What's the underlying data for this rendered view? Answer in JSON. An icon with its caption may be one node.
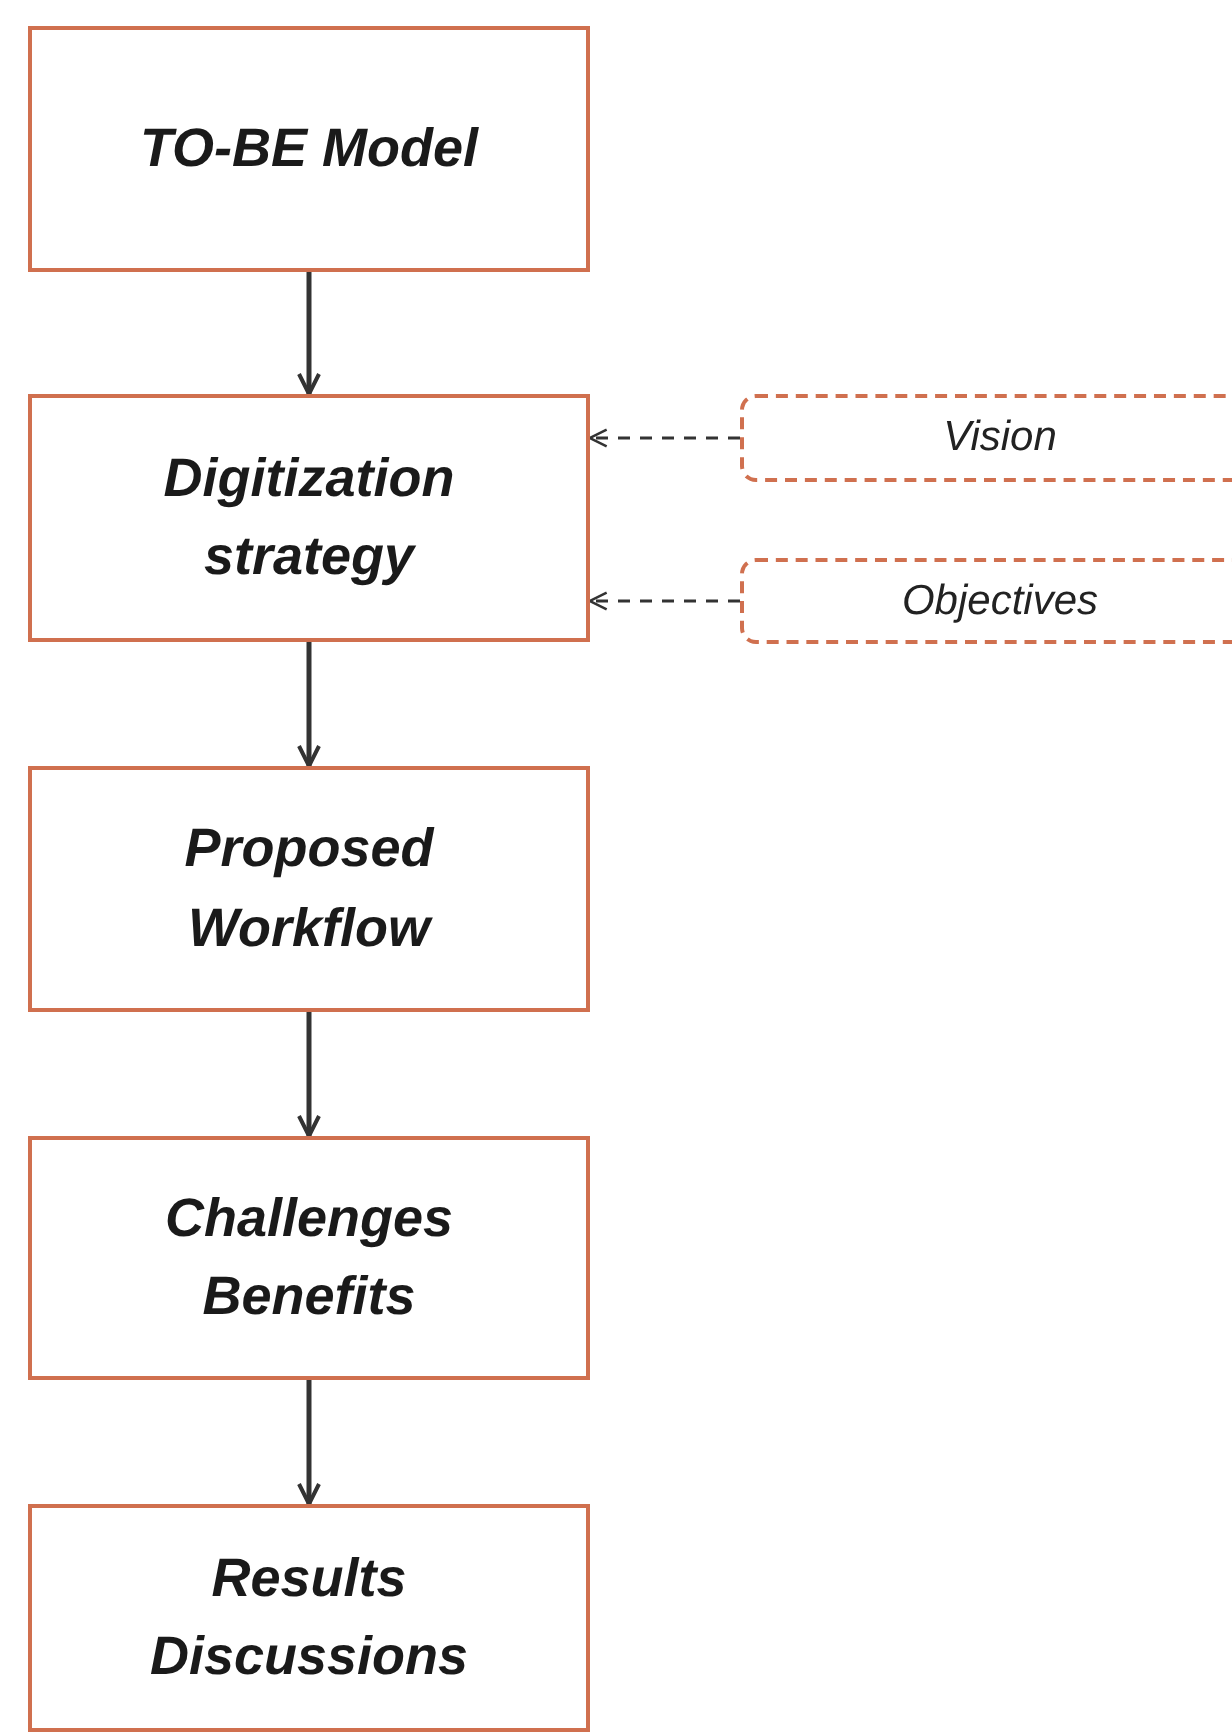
{
  "diagram": {
    "nodes": [
      {
        "text": [
          "TO-BE Model"
        ]
      },
      {
        "text": [
          "Digitization strategy"
        ]
      },
      {
        "text": [
          "Proposed Workflow"
        ]
      },
      {
        "text": [
          "Challenges Benefits"
        ]
      },
      {
        "text": [
          "Results Discussions"
        ]
      },
      {
        "text": [
          "Vision"
        ]
      },
      {
        "text": [
          "Objectives"
        ]
      }
    ],
    "edges": [
      {
        "from": 0,
        "to": 1,
        "arrow": "to"
      },
      {
        "from": 1,
        "to": 2,
        "arrow": "to"
      },
      {
        "from": 2,
        "to": 3,
        "arrow": "to"
      },
      {
        "from": 3,
        "to": 4,
        "arrow": "to"
      },
      {
        "from": 5,
        "to": 1,
        "arrow": "to",
        "style": "dashed"
      },
      {
        "from": 6,
        "to": 1,
        "arrow": "to",
        "style": "dashed"
      }
    ]
  }
}
